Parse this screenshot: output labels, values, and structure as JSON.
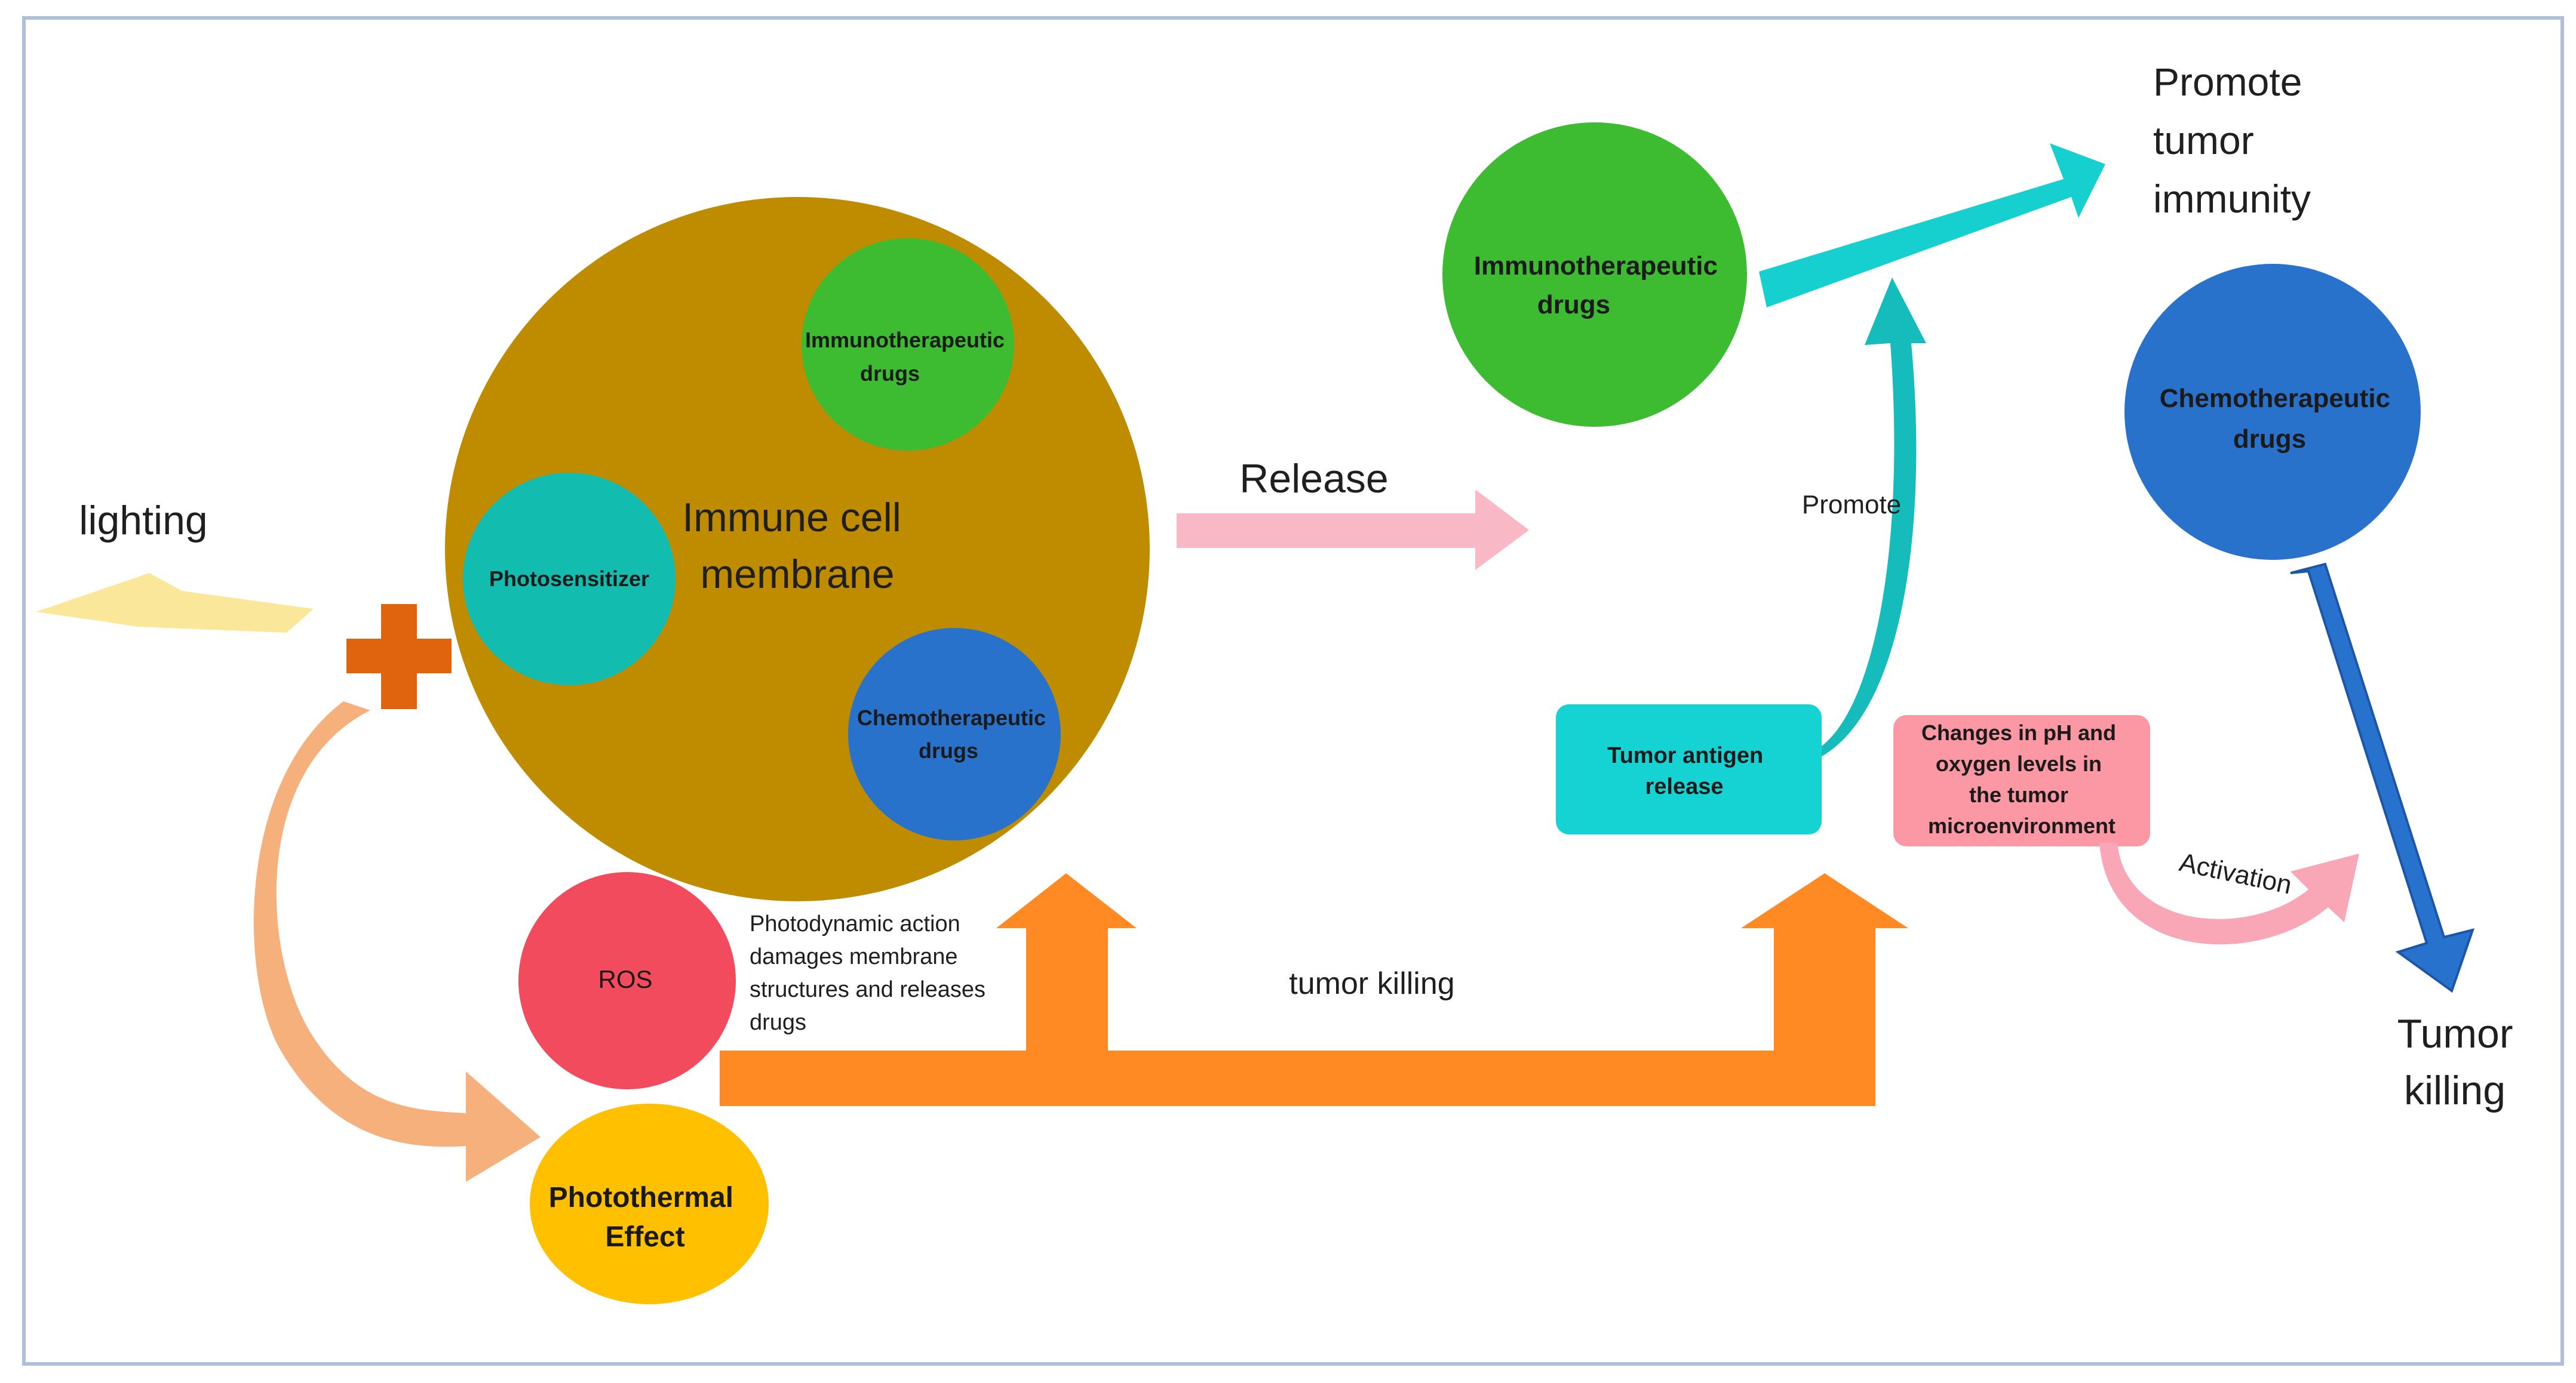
{
  "colors": {
    "frame": "#aebfdb",
    "membrane": "#bf8c00",
    "green": "#3dbb31",
    "teal": "#12bdb0",
    "blue": "#2872cc",
    "ros": "#f24b5e",
    "yellow": "#ffc000",
    "orange_arrow": "#ff8a24",
    "plus": "#e0640e",
    "pink": "#f9b8c6",
    "cyan_arrow": "#16cfcf",
    "antigen_box": "#16d3d3",
    "ph_box": "#fc98a4",
    "lightning": "#fbe79a",
    "curve_top": "#d9966c",
    "curve_bottom": "#fcb896"
  },
  "labels": {
    "lighting": "lighting",
    "immune_cell_membrane": [
      "Immune cell",
      "membrane"
    ],
    "photosensitizer": "Photosensitizer",
    "immuno_small": [
      "Immunotherapeutic",
      "drugs"
    ],
    "chemo_small": [
      "Chemotherapeutic",
      "drugs"
    ],
    "release": "Release",
    "immuno_big": [
      "Immunotherapeutic",
      "drugs"
    ],
    "promote_tumor_immunity": [
      "Promote",
      "tumor",
      "immunity"
    ],
    "chemo_big": [
      "Chemotherapeutic",
      "drugs"
    ],
    "promote": "Promote",
    "tumor_antigen_release": [
      "Tumor antigen",
      "release"
    ],
    "ph_changes": [
      "Changes in pH and",
      "oxygen levels in",
      "the tumor",
      "microenvironment"
    ],
    "activation": "Activation",
    "tumor_killing_right": [
      "Tumor",
      "killing"
    ],
    "ros": "ROS",
    "photodynamic_note": [
      "Photodynamic action",
      "damages membrane",
      "structures and releases",
      "drugs"
    ],
    "tumor_killing_center": "tumor killing",
    "photothermal": [
      "Photothermal",
      "Effect"
    ]
  }
}
